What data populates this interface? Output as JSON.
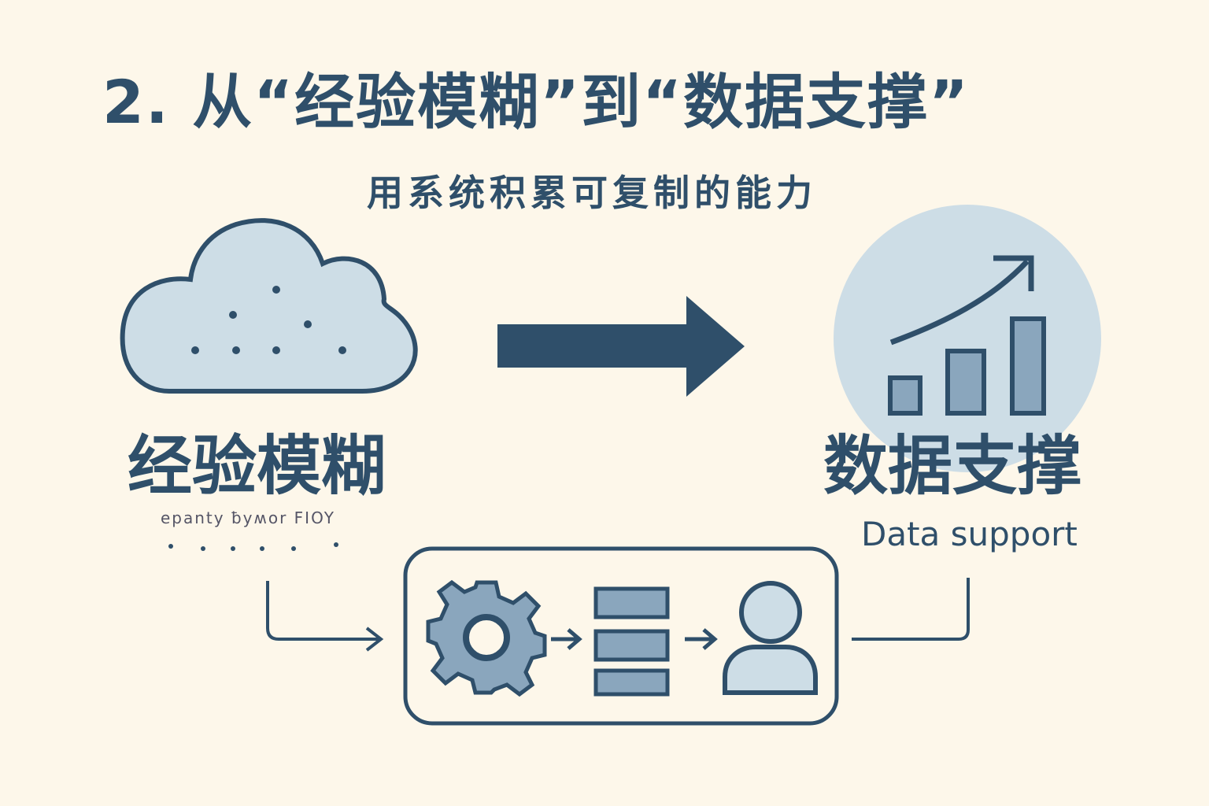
{
  "title": "2. 从“经验模糊”到“数据支撑”",
  "subtitle": "用系统积累可复制的能力",
  "left": {
    "label": "经验模糊",
    "caption": "epanty ƀyʍor FIOY",
    "icon": "cloud-icon"
  },
  "right": {
    "label": "数据支撑",
    "caption": "Data support",
    "icon": "growth-chart-icon"
  },
  "process": {
    "icons": [
      "gear-icon",
      "database-icon",
      "user-icon"
    ]
  },
  "colors": {
    "background": "#fdf7ea",
    "primary": "#2f4f6a",
    "fill_light": "#cddde6",
    "fill_mid": "#8aa6bd"
  }
}
